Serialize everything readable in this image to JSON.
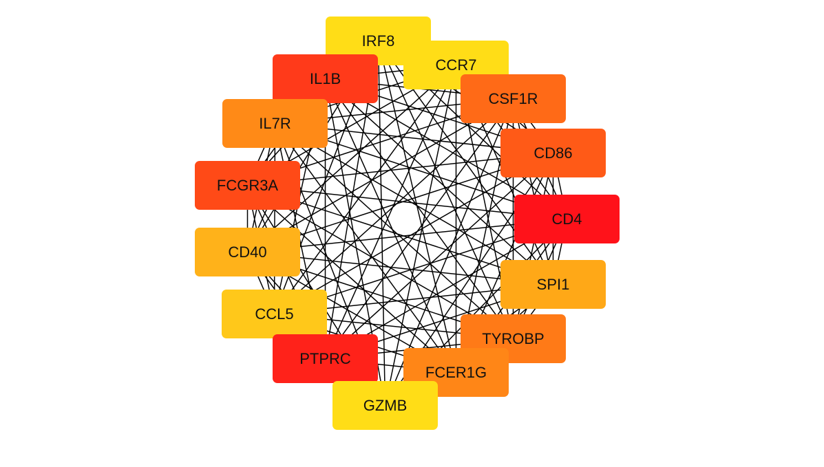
{
  "network": {
    "nodes": [
      {
        "id": "IRF8",
        "label": "IRF8",
        "color": "#FFDD17"
      },
      {
        "id": "CCR7",
        "label": "CCR7",
        "color": "#FFDD17"
      },
      {
        "id": "IL1B",
        "label": "IL1B",
        "color": "#FF3A1A"
      },
      {
        "id": "CSF1R",
        "label": "CSF1R",
        "color": "#FF6A17"
      },
      {
        "id": "IL7R",
        "label": "IL7R",
        "color": "#FF8A17"
      },
      {
        "id": "CD86",
        "label": "CD86",
        "color": "#FF5A17"
      },
      {
        "id": "FCGR3A",
        "label": "FCGR3A",
        "color": "#FF4A17"
      },
      {
        "id": "CD4",
        "label": "CD4",
        "color": "#FF121A"
      },
      {
        "id": "CD40",
        "label": "CD40",
        "color": "#FFB21A"
      },
      {
        "id": "SPI1",
        "label": "SPI1",
        "color": "#FFA817"
      },
      {
        "id": "CCL5",
        "label": "CCL5",
        "color": "#FFC81A"
      },
      {
        "id": "TYROBP",
        "label": "TYROBP",
        "color": "#FF7A17"
      },
      {
        "id": "PTPRC",
        "label": "PTPRC",
        "color": "#FF221A"
      },
      {
        "id": "FCER1G",
        "label": "FCER1G",
        "color": "#FF8617"
      },
      {
        "id": "GZMB",
        "label": "GZMB",
        "color": "#FFDD17"
      }
    ],
    "edge_color": "#000000"
  }
}
